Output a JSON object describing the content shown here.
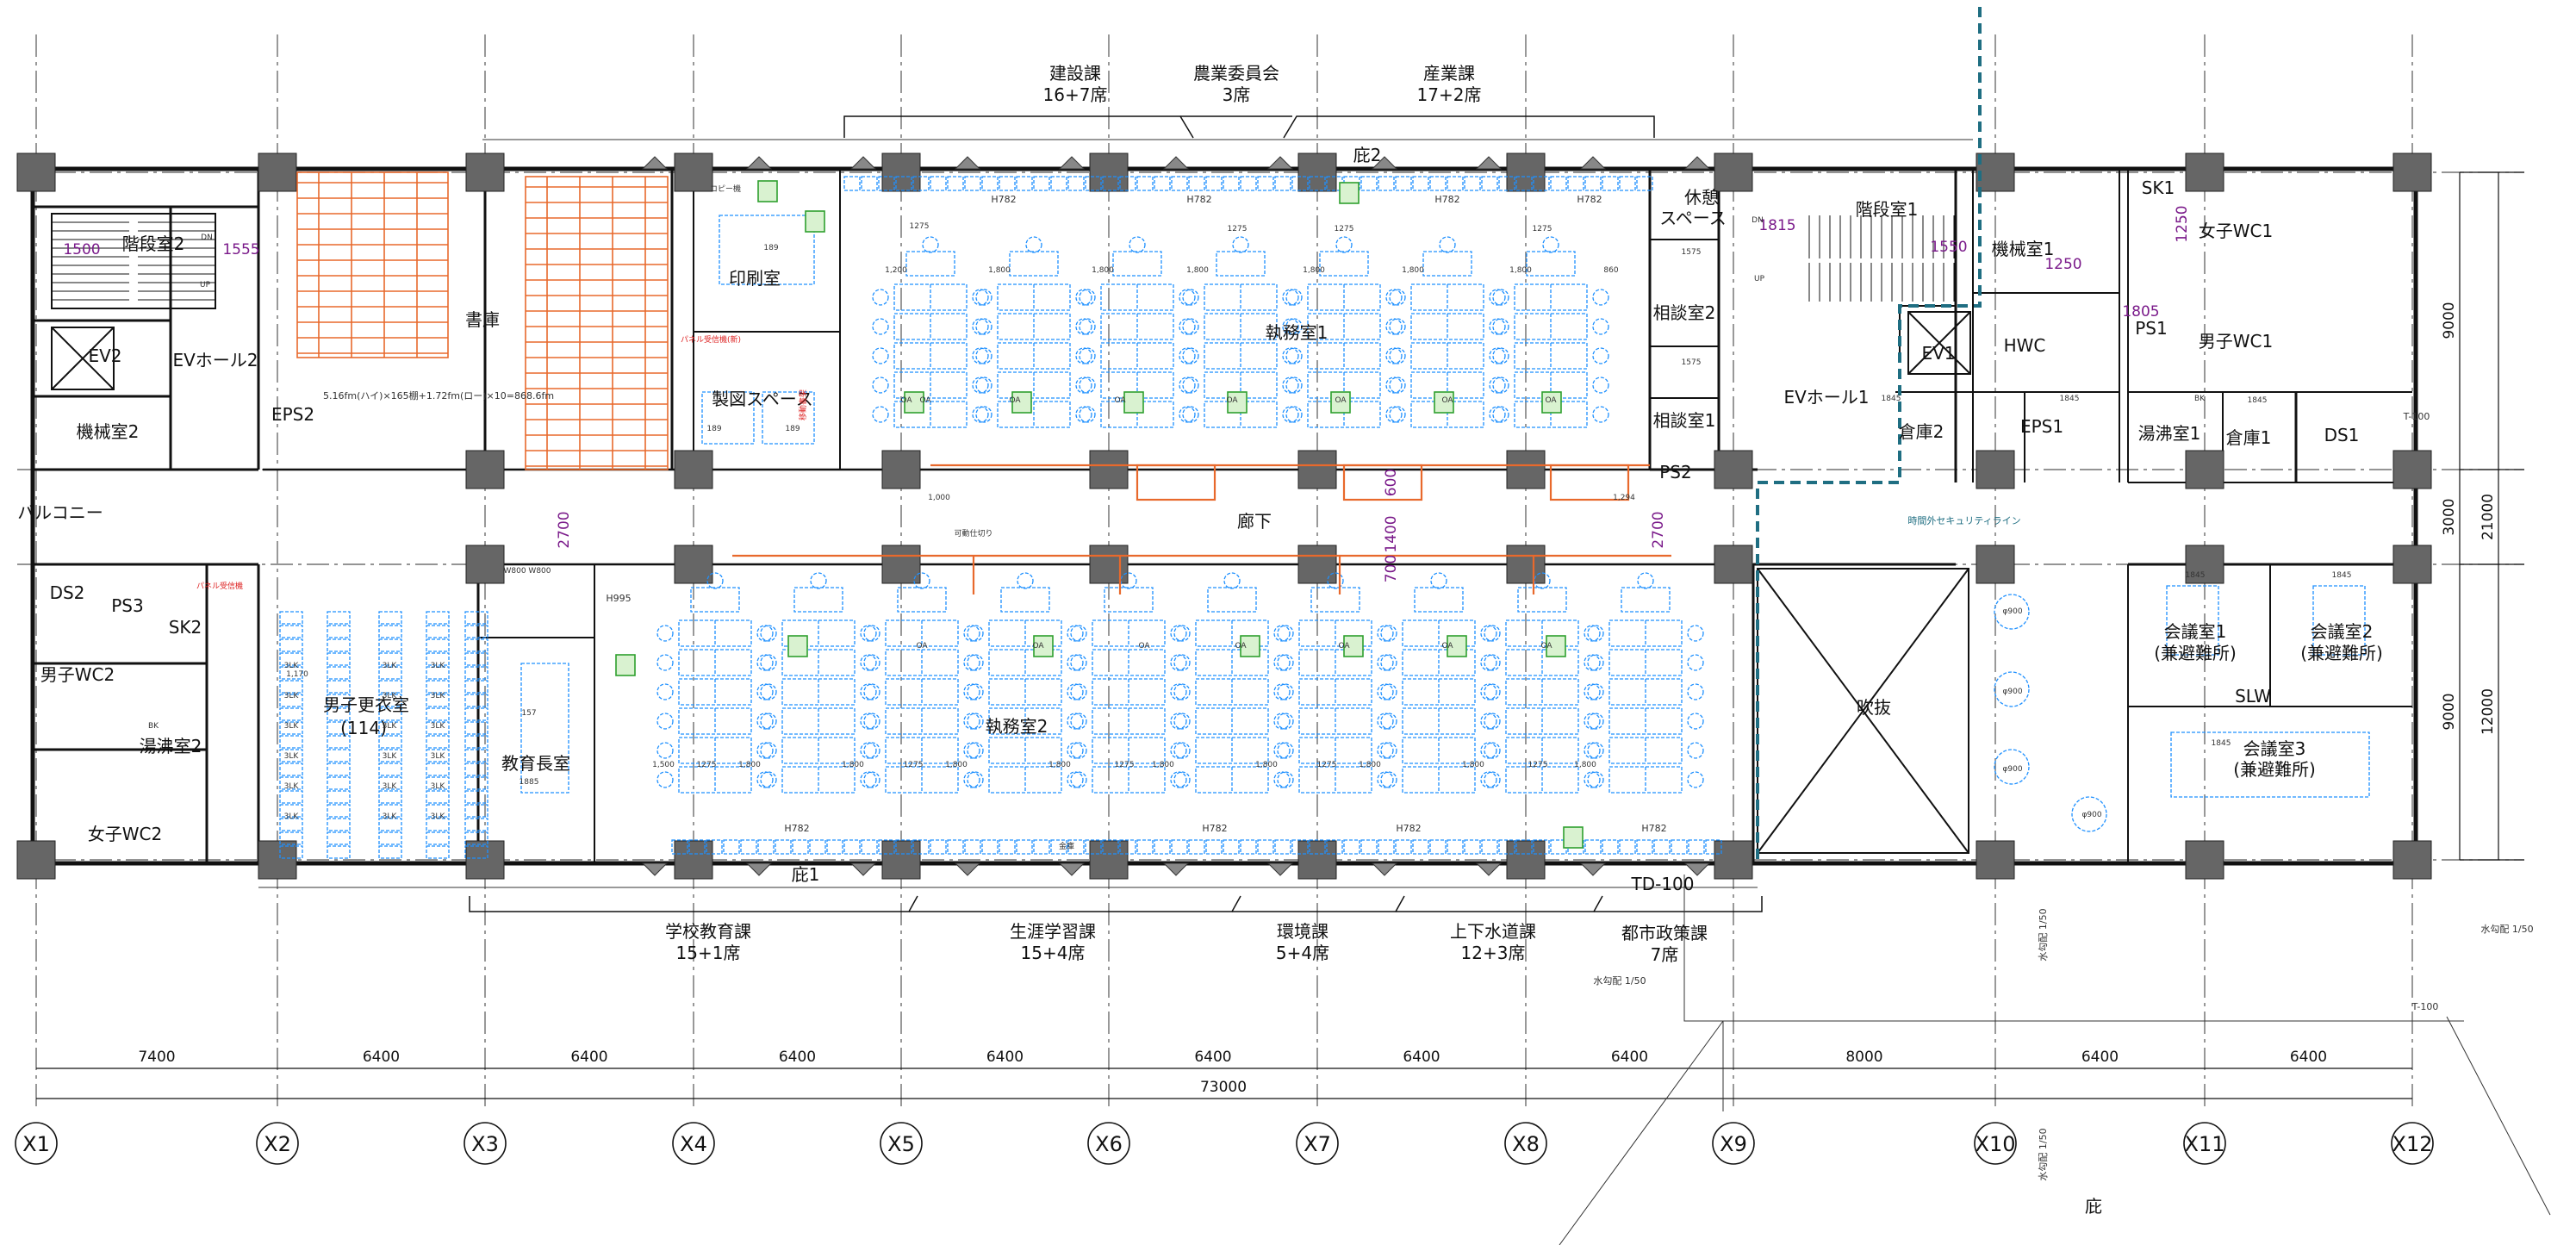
{
  "grid": {
    "labels": [
      "X1",
      "X2",
      "X3",
      "X4",
      "X5",
      "X6",
      "X7",
      "X8",
      "X9",
      "X10",
      "X11",
      "X12"
    ],
    "spacings": [
      "7400",
      "6400",
      "6400",
      "6400",
      "6400",
      "6400",
      "6400",
      "6400",
      "8000",
      "6400",
      "6400"
    ],
    "overall": "73000",
    "right_dims": [
      "9000",
      "3000",
      "12000",
      "9000",
      "21000"
    ]
  },
  "departments_top": [
    {
      "name": "建設課",
      "seats": "16+7席"
    },
    {
      "name": "農業委員会",
      "seats": "3席"
    },
    {
      "name": "産業課",
      "seats": "17+2席"
    }
  ],
  "departments_bottom": [
    {
      "name": "学校教育課",
      "seats": "15+1席"
    },
    {
      "name": "生涯学習課",
      "seats": "15+4席"
    },
    {
      "name": "環境課",
      "seats": "5+4席"
    },
    {
      "name": "上下水道課",
      "seats": "12+3席"
    },
    {
      "name": "都市政策課",
      "seats": "7席"
    }
  ],
  "rooms": {
    "stair2": "階段室2",
    "ev2": "EV2",
    "ev_hall2": "EVホール2",
    "mech2": "機械室2",
    "eps2": "EPS2",
    "balcony": "バルコニー",
    "ds2": "DS2",
    "ps3": "PS3",
    "sk2": "SK2",
    "men_wc2": "男子WC2",
    "kettle2": "湯沸室2",
    "women_wc2": "女子WC2",
    "locker": "男子更衣室",
    "locker_cap": "(114)",
    "archive": "書庫",
    "archive_note": "5.16fm(ハイ)×165棚+1.72fm(ロー)×10=868.6fm",
    "print": "印刷室",
    "drafting": "製図スペース",
    "office1": "執務室1",
    "office2": "執務室2",
    "corridor": "廊下",
    "edu_chief": "教育長室",
    "rest": "休憩",
    "rest2": "スペース",
    "consult2": "相談室2",
    "consult1": "相談室1",
    "ps2": "PS2",
    "stair1": "階段室1",
    "ev_hall1": "EVホール1",
    "ev1": "EV1",
    "mech1": "機械室1",
    "hwc": "HWC",
    "storage2": "倉庫2",
    "eps1": "EPS1",
    "sk1": "SK1",
    "women_wc1": "女子WC1",
    "men_wc1": "男子WC1",
    "ps1": "PS1",
    "kettle1": "湯沸室1",
    "storage1": "倉庫1",
    "ds1": "DS1",
    "void": "吹抜",
    "meeting1": "会議室1",
    "meeting1b": "(兼避難所)",
    "meeting2": "会議室2",
    "meeting2b": "(兼避難所)",
    "meeting3": "会議室3",
    "meeting3b": "(兼避難所)",
    "slw": "SLW"
  },
  "labels": {
    "eave2": "庇2",
    "eave1": "庇1",
    "eave": "庇",
    "security": "時間外セキュリティライン",
    "td": "TD-100",
    "t100a": "T-100",
    "t100b": "T-100",
    "slope": "水勾配 1/50",
    "h782": "H782",
    "h995": "H995",
    "w800": "W800",
    "d2700": "2700",
    "d1400": "1400",
    "d600": "600",
    "d700": "700",
    "d1500": "1500",
    "d1555": "1555",
    "d1815": "1815",
    "d1550": "1550",
    "d1250": "1250",
    "d1805": "1805",
    "d1845": "1845",
    "phi900": "φ900",
    "oa": "OA",
    "dn": "DN",
    "up": "UP",
    "bk": "BK",
    "d1275": "1275",
    "d1575": "1575",
    "d1800": "1,800",
    "d1200": "1,200",
    "d860": "860",
    "d1000": "1,000",
    "d1294": "1,294",
    "d189": "189",
    "d157": "157",
    "d1885": "1885",
    "d1170": "1,170",
    "lk": "3LK",
    "kinko": "金庫",
    "copy": "コピー機",
    "panel": "パネル受信機(新)",
    "panel2": "パネル受信機",
    "rack": "移動書架",
    "move": "可動仕切り"
  },
  "colors": {
    "wall": "#111111",
    "column": "#666666",
    "furniture": "#1e90ff",
    "equipment": "#2ea02e",
    "shelf": "#e8692c",
    "dim_accent": "#7a1a8a",
    "security": "#1f6e82"
  }
}
